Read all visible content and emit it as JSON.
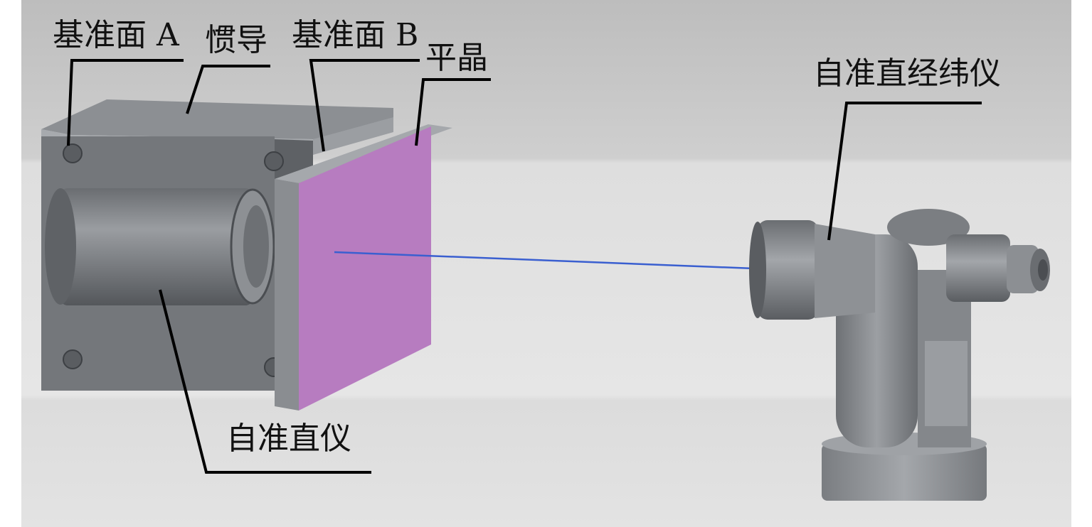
{
  "labels": {
    "datum_a": "基准面 A",
    "ins": "惯导",
    "datum_b": "基准面 B",
    "flat_crystal": "平晶",
    "autocollimating_theodolite": "自准直经纬仪",
    "autocollimator": "自准直仪"
  },
  "colors": {
    "flat_crystal": "#b77cc0",
    "beam": "#3a5fd0",
    "device_body": "#7d8084",
    "device_dark": "#4b4e52",
    "bg_top": "#c9c9c9",
    "bg_bottom": "#e4e4e4"
  }
}
